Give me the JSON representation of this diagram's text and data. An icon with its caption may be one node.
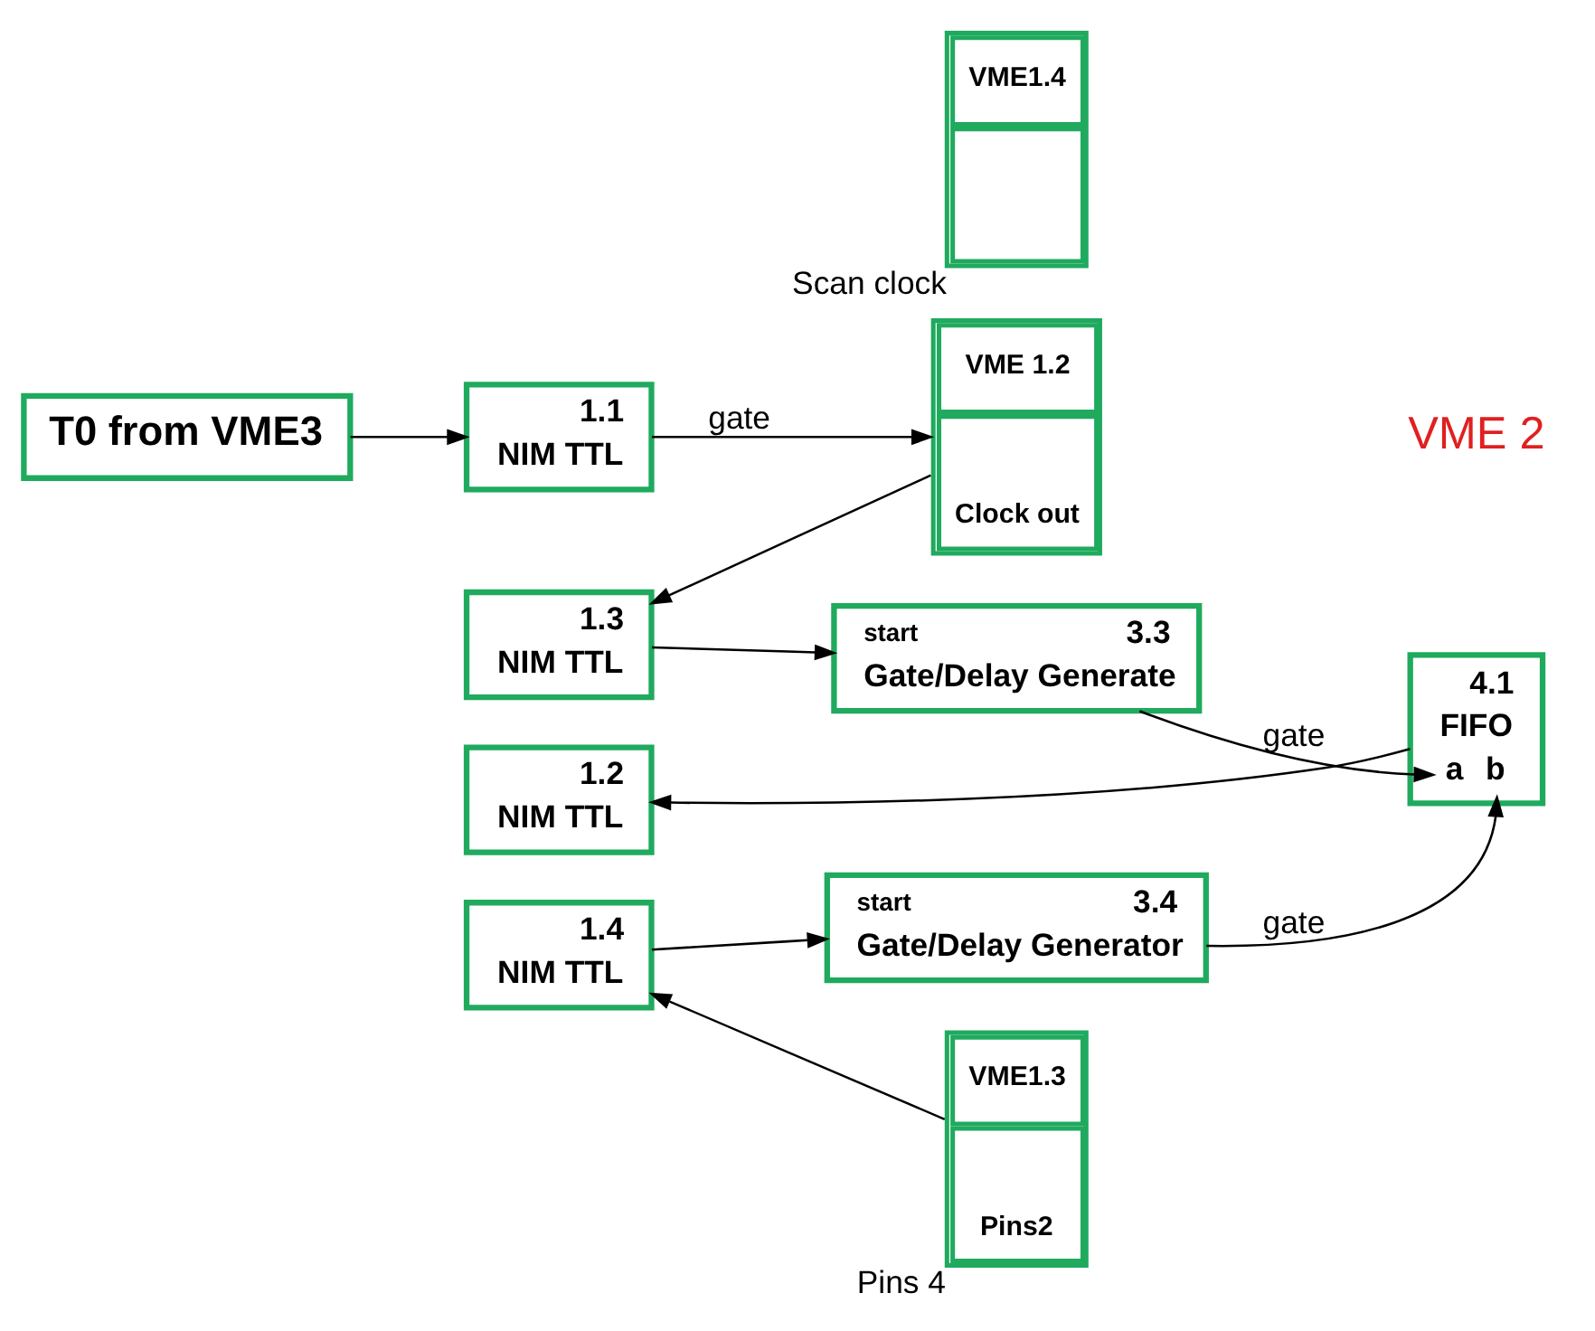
{
  "diagram": {
    "nodes": [
      {
        "text": [
          "T0 from VME3"
        ]
      },
      {
        "text": [
          "1.1",
          "NIM TTL"
        ]
      },
      {
        "text": [
          "1.2",
          "NIM TTL"
        ]
      },
      {
        "text": [
          "1.3",
          "NIM TTL"
        ]
      },
      {
        "text": [
          "1.4",
          "NIM TTL"
        ]
      },
      {
        "text": [
          "4.1",
          "FIFO",
          "a",
          "b"
        ]
      },
      {
        "text": [
          "start",
          "3.3",
          "Gate/Delay Generate"
        ]
      },
      {
        "text": [
          "start",
          "3.4",
          "Gate/Delay Generator"
        ]
      },
      {
        "text": [
          "VME1.3",
          "Pins2"
        ],
        "beside": [
          "Pins 4"
        ]
      },
      {
        "text": [
          "VME1.4"
        ],
        "beside": [
          "Scan clock"
        ]
      },
      {
        "text": [
          "VME 1.2",
          "Clock out"
        ]
      }
    ],
    "edges": [
      {
        "from": 0,
        "to": 1,
        "arrow": "to"
      },
      {
        "from": 5,
        "to": 2,
        "arrow": "to"
      },
      {
        "from": 1,
        "to": 10,
        "arrow": "to",
        "label": "gate"
      },
      {
        "from": 3,
        "to": 6,
        "arrow": "to"
      },
      {
        "from": 4,
        "to": 7,
        "arrow": "to"
      },
      {
        "from": 6,
        "to": 5,
        "arrow": "to",
        "label": "gate"
      },
      {
        "from": 7,
        "to": 5,
        "arrow": "to",
        "label": "gate"
      },
      {
        "from": 8,
        "to": 4,
        "arrow": "to"
      },
      {
        "from": 10,
        "to": 3,
        "arrow": "to"
      }
    ],
    "labels": [
      "VME 2"
    ]
  }
}
